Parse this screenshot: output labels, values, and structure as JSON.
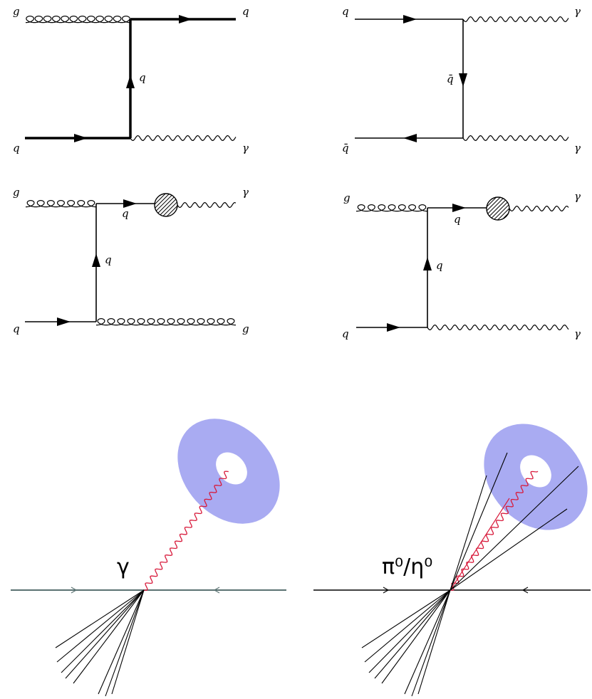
{
  "feynman": {
    "top_left": {
      "gluon_in": "g",
      "quark_out": "q",
      "propagator": "q",
      "quark_in": "q",
      "photon_out": "γ"
    },
    "top_right": {
      "quark_in": "q",
      "photon_out_top": "γ",
      "propagator": "q̄",
      "antiquark_in": "q̄",
      "photon_out_bottom": "γ"
    },
    "mid_left": {
      "gluon_in": "g",
      "quark_line": "q",
      "photon_out": "γ",
      "propagator": "q",
      "quark_in": "q",
      "gluon_out": "g"
    },
    "mid_right": {
      "gluon_in": "g",
      "quark_line": "q",
      "photon_out": "γ",
      "propagator": "q",
      "quark_in": "q",
      "photon_out_bottom": "γ"
    }
  },
  "events": {
    "left_label": "γ",
    "right_label": "π⁰/η⁰"
  },
  "colors": {
    "isolation_cone": "#a9abf2",
    "photon_red": "#d81b3c",
    "beam_left": "#5a7272",
    "line": "#000000"
  }
}
